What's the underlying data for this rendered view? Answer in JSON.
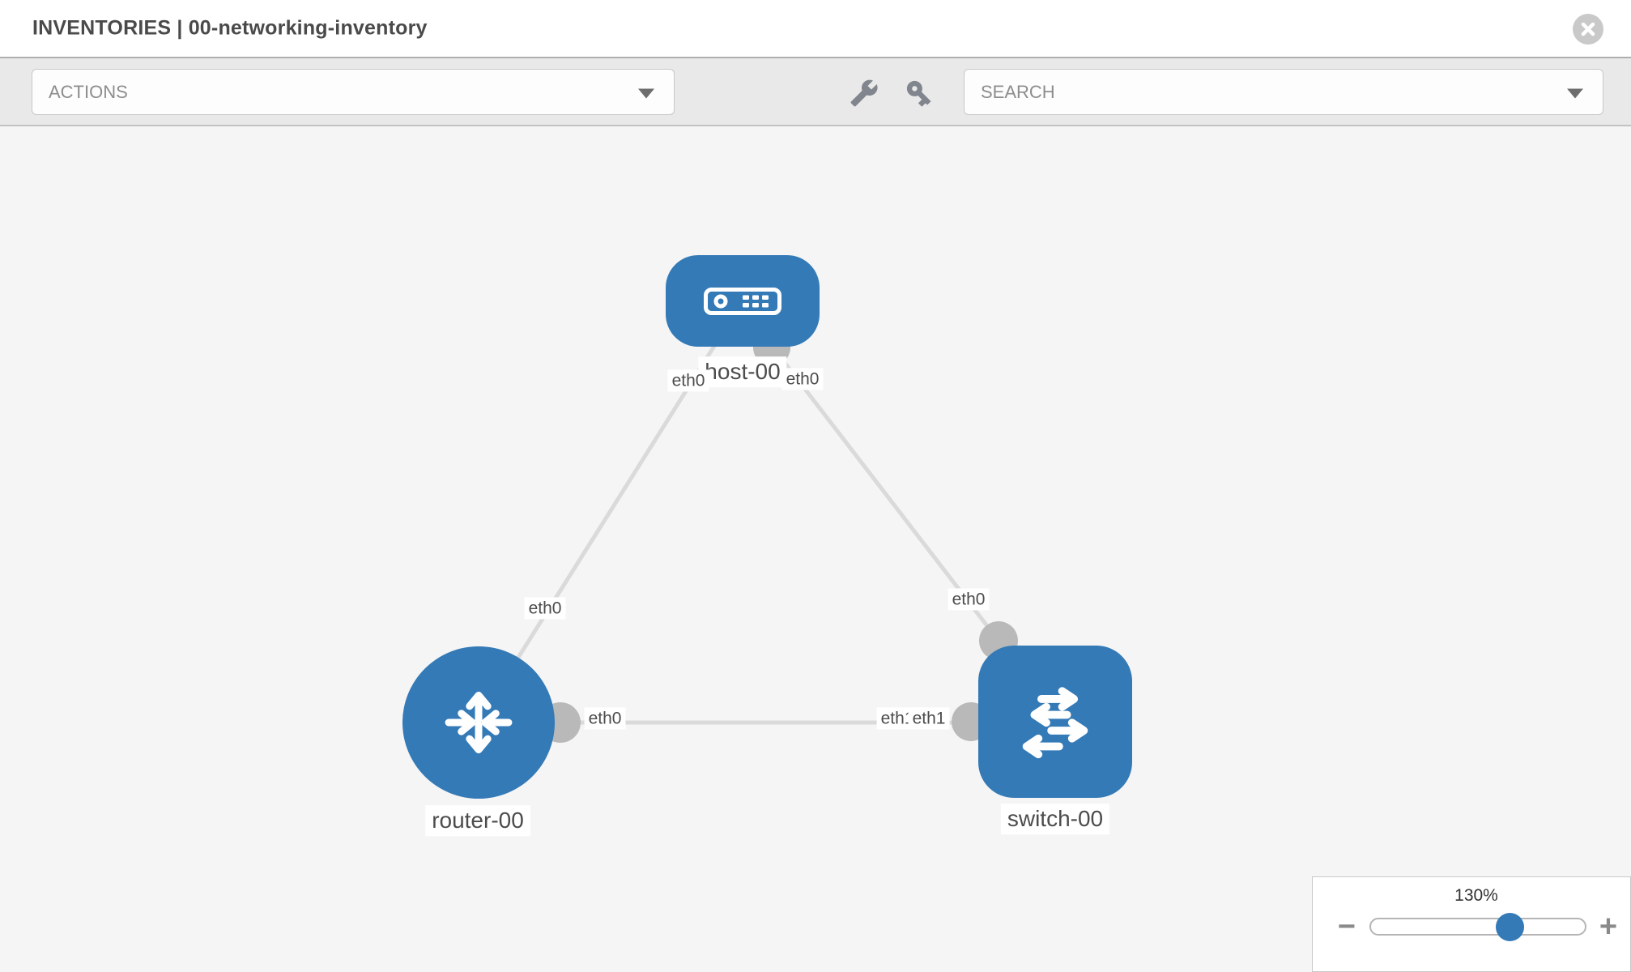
{
  "header": {
    "title": "INVENTORIES | 00-networking-inventory"
  },
  "toolbar": {
    "actions_label": "ACTIONS",
    "search_label": "SEARCH",
    "icons": [
      "wrench-icon",
      "key-icon"
    ]
  },
  "topology": {
    "nodes": [
      {
        "id": "host-00",
        "type": "host",
        "label": "host-00"
      },
      {
        "id": "router-00",
        "type": "router",
        "label": "router-00"
      },
      {
        "id": "switch-00",
        "type": "switch",
        "label": "switch-00"
      }
    ],
    "links": [
      {
        "source": "host-00",
        "source_if": "eth0",
        "target": "router-00",
        "target_if": "eth0"
      },
      {
        "source": "host-00",
        "source_if": "eth0",
        "target": "switch-00",
        "target_if": "eth0"
      },
      {
        "source": "router-00",
        "source_if": "eth0",
        "target": "switch-00",
        "target_if": "eth1"
      }
    ],
    "if_labels": [
      {
        "text": "eth0"
      },
      {
        "text": "eth0"
      },
      {
        "text": "eth0"
      },
      {
        "text": "eth0"
      },
      {
        "text": "eth0"
      },
      {
        "text": "eth1"
      },
      {
        "text": "eth1"
      }
    ]
  },
  "zoom_control": {
    "value": "130%",
    "zoom_out": "−",
    "zoom_in": "+"
  },
  "colors": {
    "accent": "#337ab7",
    "link": "#dadada",
    "dot": "#b9b9b9",
    "canvas_bg": "#f5f5f5",
    "toolbar_bg": "#e9e9e9"
  }
}
